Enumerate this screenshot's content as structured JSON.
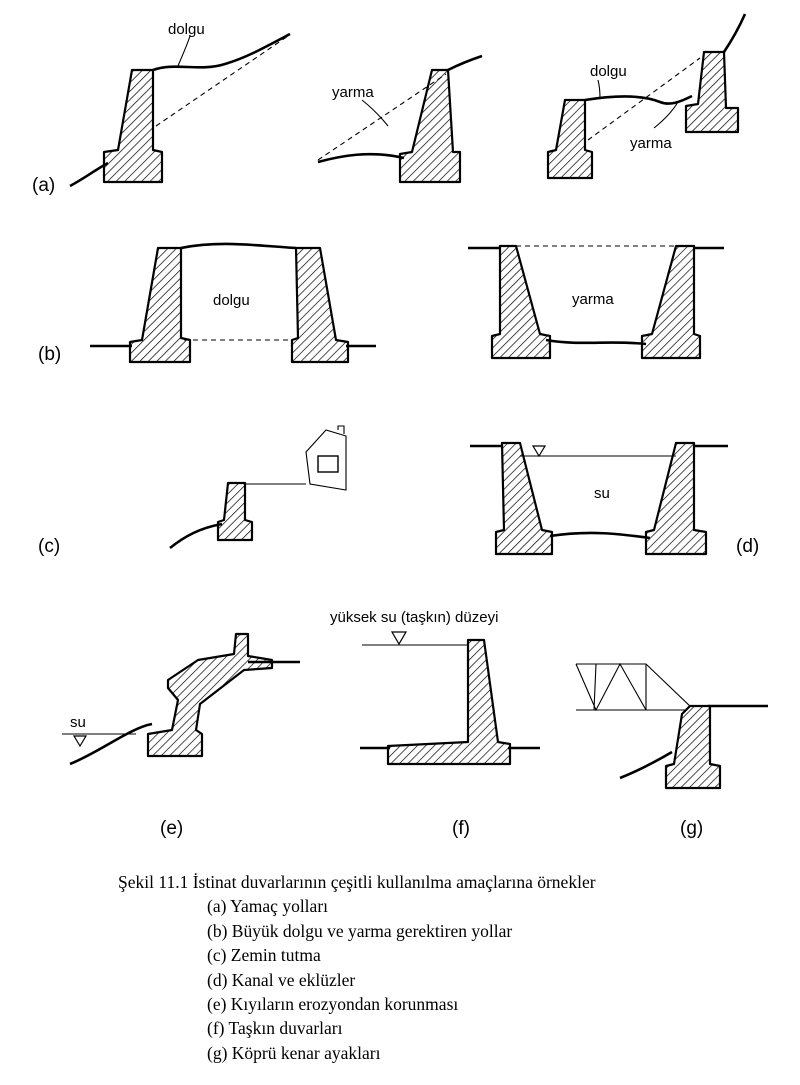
{
  "panels": {
    "a": {
      "label": "(a)",
      "fill_label": "dolgu",
      "cut_label": "yarma",
      "fill_label_2": "dolgu",
      "cut_label_2": "yarma"
    },
    "b": {
      "label": "(b)",
      "fill_label": "dolgu",
      "cut_label": "yarma"
    },
    "c": {
      "label": "(c)"
    },
    "d": {
      "label": "(d)",
      "water_label": "su"
    },
    "e": {
      "label": "(e)",
      "water_label": "su"
    },
    "f": {
      "label": "(f)",
      "flood_label": "yüksek su (taşkın) düzeyi"
    },
    "g": {
      "label": "(g)"
    }
  },
  "caption": {
    "title": "Şekil 11.1 İstinat duvarlarının çeşitli kullanılma amaçlarına örnekler",
    "items": [
      "(a) Yamaç yolları",
      "(b) Büyük dolgu ve yarma gerektiren yollar",
      "(c) Zemin tutma",
      "(d) Kanal ve eklüzler",
      "(e) Kıyıların erozyondan korunması",
      "(f) Taşkın duvarları",
      "(g) Köprü kenar ayakları"
    ]
  },
  "colors": {
    "ink": "#000000",
    "paper": "#ffffff"
  }
}
